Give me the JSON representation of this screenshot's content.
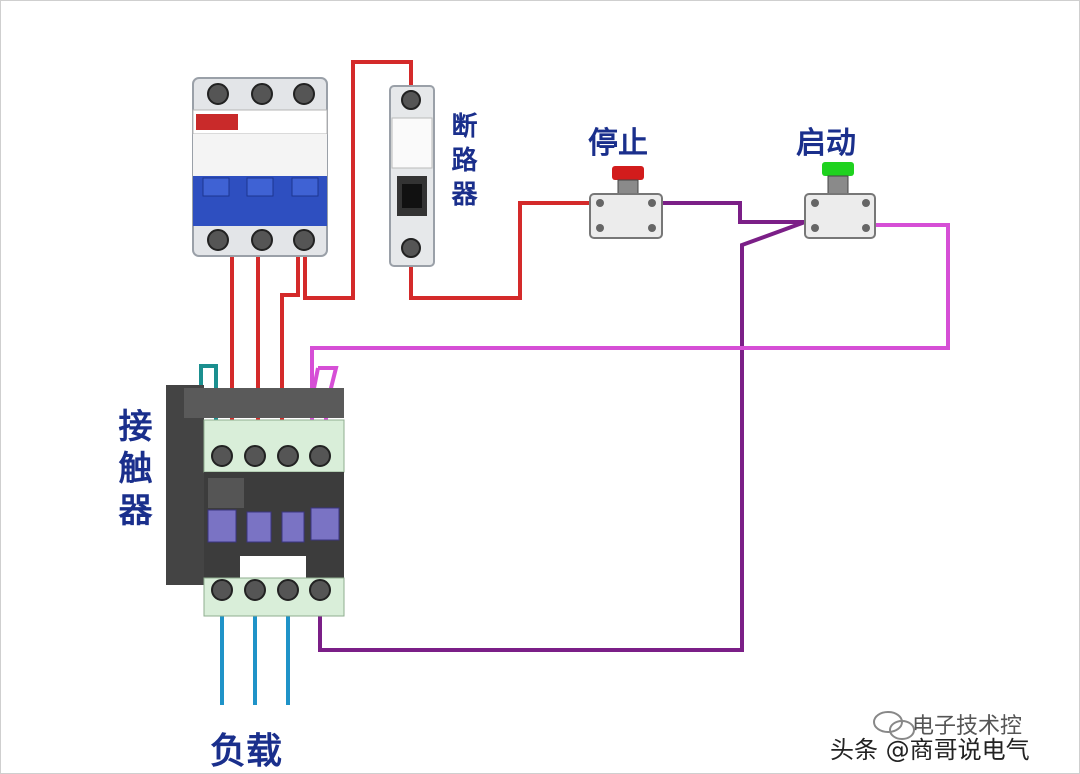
{
  "labels": {
    "breaker": "断路器",
    "stop": "停止",
    "start": "启动",
    "contactor": "接触器",
    "load": "负载"
  },
  "watermark": {
    "line1": "电子技术控",
    "line2": "头条 @商哥说电气"
  },
  "colors": {
    "phase_wire": "#d42a2a",
    "control_wire": "#7b1f87",
    "coil_wire": "#d64fd6",
    "load_wire": "#1f93c8",
    "label_text": "#1a2f8c",
    "stop_button": "#d21c1c",
    "start_button": "#1fd21f"
  }
}
